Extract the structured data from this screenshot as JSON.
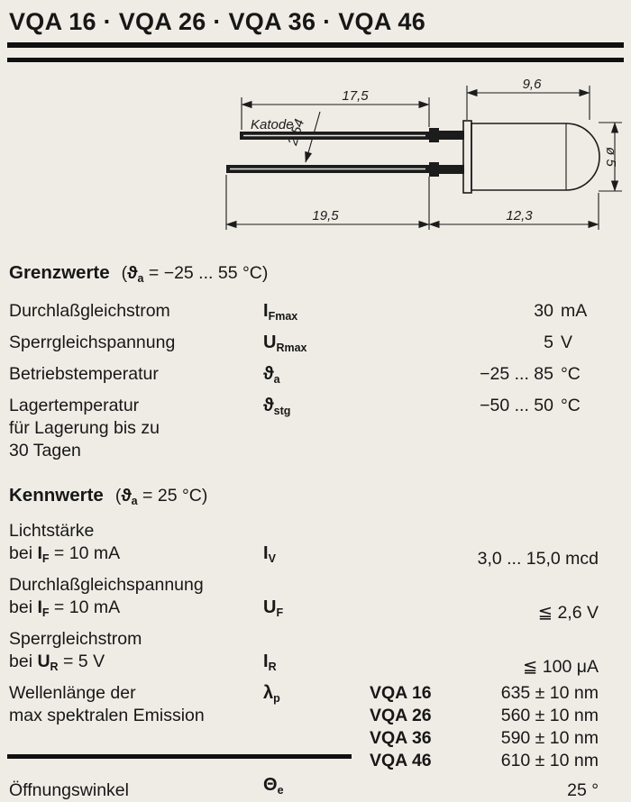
{
  "header": {
    "title": "VQA 16 · VQA 26 · VQA 36 · VQA 46"
  },
  "drawing": {
    "katode": "Katode",
    "dim_lead_top": "17,5",
    "dim_body_top": "9,6",
    "dim_pitch": "2,54",
    "dim_diameter": "ø 5",
    "dim_lead_bottom": "19,5",
    "dim_body_bottom": "12,3"
  },
  "grenzwerte": {
    "heading": "Grenzwerte",
    "cond_pre": "(",
    "cond_sym": "ϑ",
    "cond_sub": "a",
    "cond_post": " = −25 ... 55 °C)",
    "rows": [
      {
        "label": "Durchlaßgleichstrom",
        "sym": "I",
        "sub": "Fmax",
        "value": "30",
        "unit": "mA"
      },
      {
        "label": "Sperrgleichspannung",
        "sym": "U",
        "sub": "Rmax",
        "value": "5",
        "unit": "V"
      },
      {
        "label": "Betriebstemperatur",
        "sym": "ϑ",
        "sub": "a",
        "value": "−25 ... 85",
        "unit": "°C"
      },
      {
        "label": "Lagertemperatur",
        "note1": "für Lagerung bis zu",
        "note2": "30 Tagen",
        "sym": "ϑ",
        "sub": "stg",
        "value": "−50 ... 50",
        "unit": "°C"
      }
    ]
  },
  "kennwerte": {
    "heading": "Kennwerte",
    "cond_pre": "(",
    "cond_sym": "ϑ",
    "cond_sub": "a",
    "cond_post": " = 25 °C)",
    "rows": [
      {
        "line1": "Lichtstärke",
        "l2_pre": "bei ",
        "l2_sym": "I",
        "l2_sub": "F",
        "l2_post": " = 10 mA",
        "sym": "I",
        "sub": "V",
        "value": "3,0 ... 15,0 mcd"
      },
      {
        "line1": "Durchlaßgleichspannung",
        "l2_pre": "bei ",
        "l2_sym": "I",
        "l2_sub": "F",
        "l2_post": " = 10 mA",
        "sym": "U",
        "sub": "F",
        "value": "≦ 2,6 V"
      },
      {
        "line1": "Sperrgleichstrom",
        "l2_pre": "bei ",
        "l2_sym": "U",
        "l2_sub": "R",
        "l2_post": " = 5 V",
        "sym": "I",
        "sub": "R",
        "value": "≦ 100 μA"
      },
      {
        "line1": "Wellenlänge der",
        "line2": "max spektralen Emission",
        "sym": "λ",
        "sub": "p",
        "variants": [
          {
            "name": "VQA 16",
            "value": "635 ± 10 nm"
          },
          {
            "name": "VQA 26",
            "value": "560 ± 10 nm"
          },
          {
            "name": "VQA 36",
            "value": "590 ± 10 nm"
          },
          {
            "name": "VQA 46",
            "value": "610 ± 10 nm"
          }
        ]
      },
      {
        "line1": "Öffnungswinkel",
        "sym": "Θ",
        "sub": "e",
        "value": "25 °"
      }
    ]
  }
}
